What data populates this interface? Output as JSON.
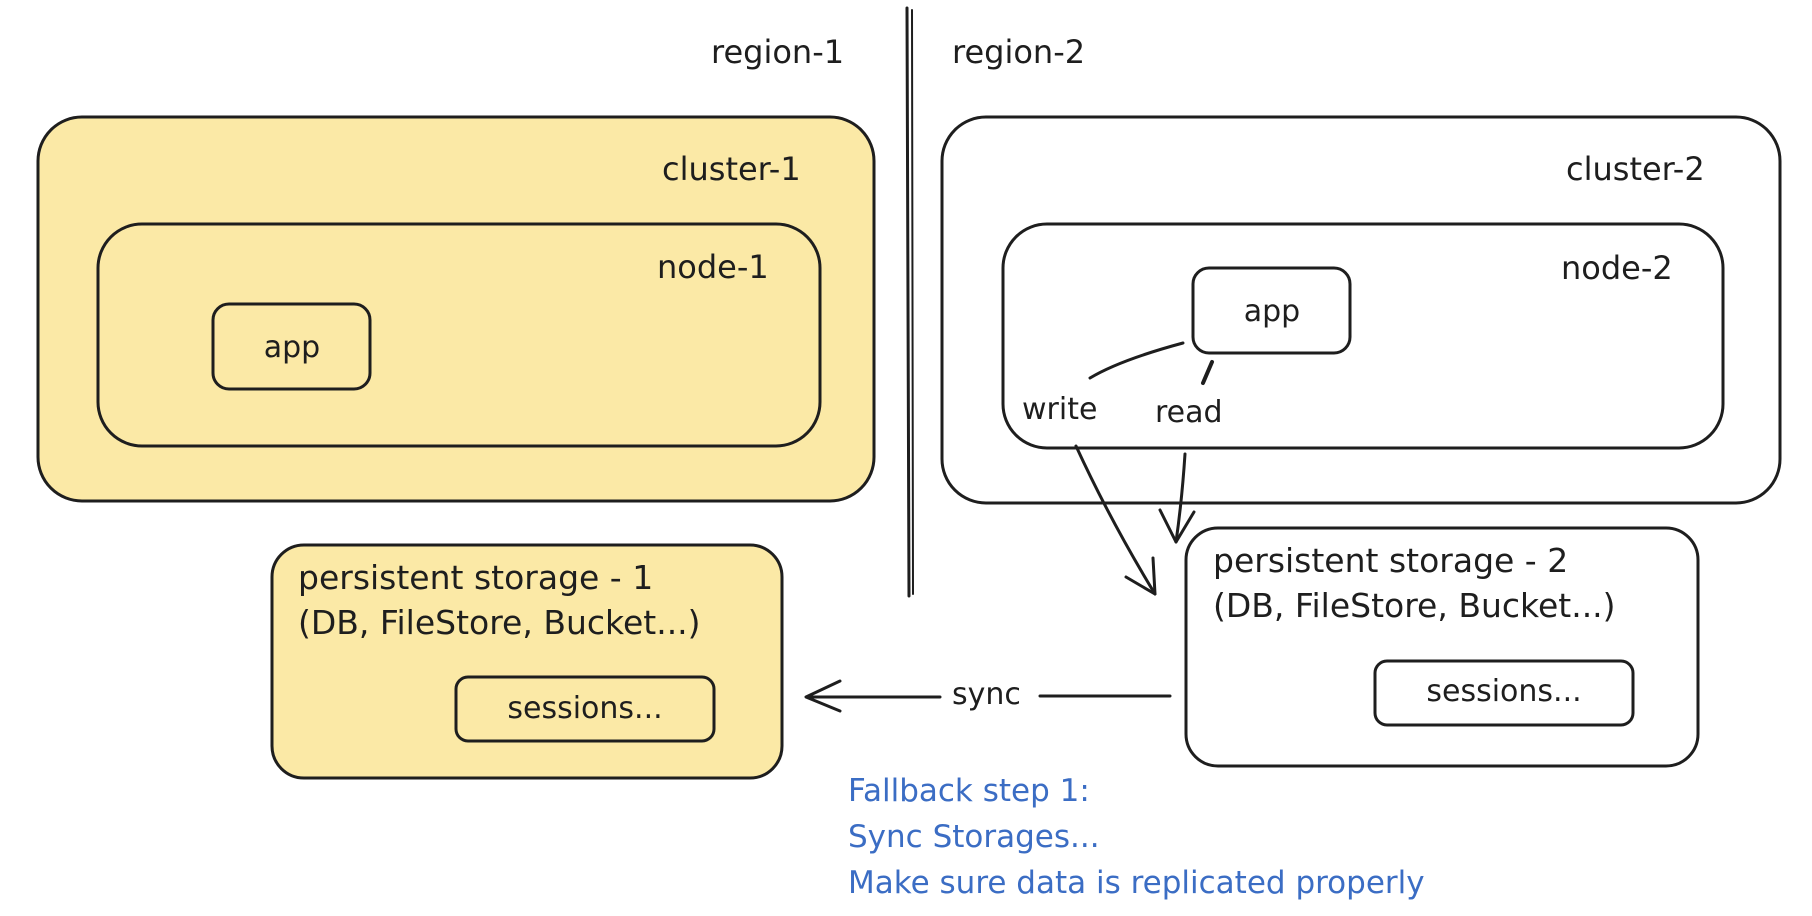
{
  "regions": {
    "left_label": "region-1",
    "right_label": "region-2"
  },
  "cluster_1": {
    "label": "cluster-1",
    "node_label": "node-1",
    "app_label": "app"
  },
  "cluster_2": {
    "label": "cluster-2",
    "node_label": "node-2",
    "app_label": "app",
    "write_label": "write",
    "read_label": "read"
  },
  "storage_1": {
    "line1": "persistent storage - 1",
    "line2": "(DB, FileStore, Bucket...)",
    "sessions_label": "sessions..."
  },
  "storage_2": {
    "line1": "persistent storage - 2",
    "line2": "(DB, FileStore, Bucket...)",
    "sessions_label": "sessions..."
  },
  "sync_label": "sync",
  "fallback_note": {
    "line1": "Fallback step 1:",
    "line2": "Sync Storages...",
    "line3": "Make sure data is replicated properly"
  },
  "colors": {
    "stroke": "#1e1e1e",
    "active_fill": "#fbe9a6",
    "note_text": "#3b6dc4",
    "background": "#ffffff"
  }
}
